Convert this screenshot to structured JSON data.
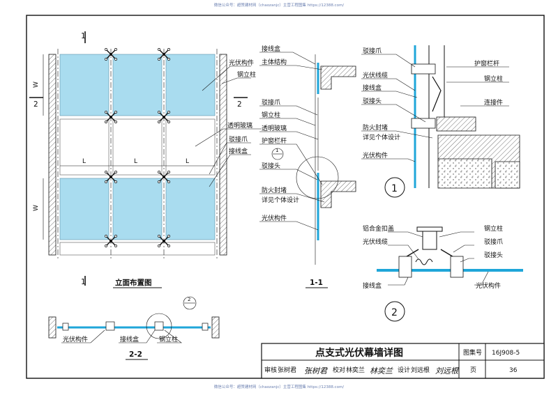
{
  "watermark": "微信公众号：超赞建材网（chaozanjc）主营工程图集 https://12388.com/",
  "elevation": {
    "title": "立面布置图",
    "section_mark": "1",
    "section2_mark": "2",
    "dim_w": "W",
    "dim_l": "L",
    "labels": {
      "pv_component": "光伏构件",
      "steel_column": "钢立柱",
      "clear_glass": "透明玻璃",
      "spider_claw": "驳接爪",
      "junction_box": "接线盒"
    }
  },
  "section11": {
    "title": "1-1",
    "detail_ref": "1",
    "labels": {
      "junction_box": "接线盒",
      "main_structure": "主体结构",
      "spider_claw": "驳接爪",
      "steel_column": "钢立柱",
      "clear_glass": "透明玻璃",
      "guard_rail": "护窗栏杆",
      "spider_head": "驳接头",
      "fire_seal": "防火封堵",
      "see_design": "详见个体设计",
      "pv_component": "光伏构件"
    }
  },
  "detail1": {
    "number": "1",
    "labels": {
      "spider_claw": "驳接爪",
      "guard_rail_bar": "护窗栏杆",
      "pv_cable": "光伏线缆",
      "steel_column": "钢立柱",
      "junction_box": "接线盒",
      "spider_head": "驳接头",
      "connector": "连接件",
      "fire_seal": "防火封堵",
      "see_design": "详见个体设计",
      "pv_component": "光伏构件"
    }
  },
  "detail2": {
    "number": "2",
    "labels": {
      "alu_cover": "铝合金扣盖",
      "steel_column": "钢立柱",
      "pv_cable": "光伏线缆",
      "spider_claw": "驳接爪",
      "spider_head": "驳接头",
      "junction_box": "接线盒",
      "pv_component": "光伏构件"
    }
  },
  "section22": {
    "title": "2-2",
    "detail_ref": "2",
    "labels": {
      "pv_component": "光伏构件",
      "junction_box": "接线盒",
      "steel_column": "钢立柱"
    }
  },
  "title_block": {
    "drawing_title": "点支式光伏幕墙详图",
    "atlas_label": "图集号",
    "atlas_no": "16J908-5",
    "review_label": "审核",
    "reviewer": "张树君",
    "check_label": "校对",
    "checker": "林奕兰",
    "design_label": "设计",
    "designer": "刘远根",
    "page_label": "页",
    "page_no": "36"
  },
  "colors": {
    "pv_glass": "#a9dcef",
    "pv_line": "#1fa6d9"
  }
}
